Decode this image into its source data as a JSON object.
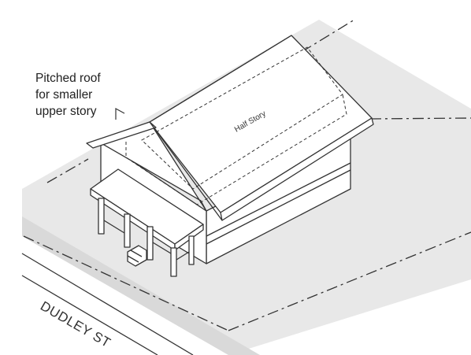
{
  "callout": {
    "lines": [
      "Pitched roof",
      "for smaller",
      "upper story"
    ]
  },
  "roof_label": "Half Story",
  "street_name": "DUDLEY ST",
  "colors": {
    "ground": "#e8e8e8",
    "sidewalk": "#d9d9d9",
    "line": "#333333",
    "fill": "#ffffff"
  }
}
